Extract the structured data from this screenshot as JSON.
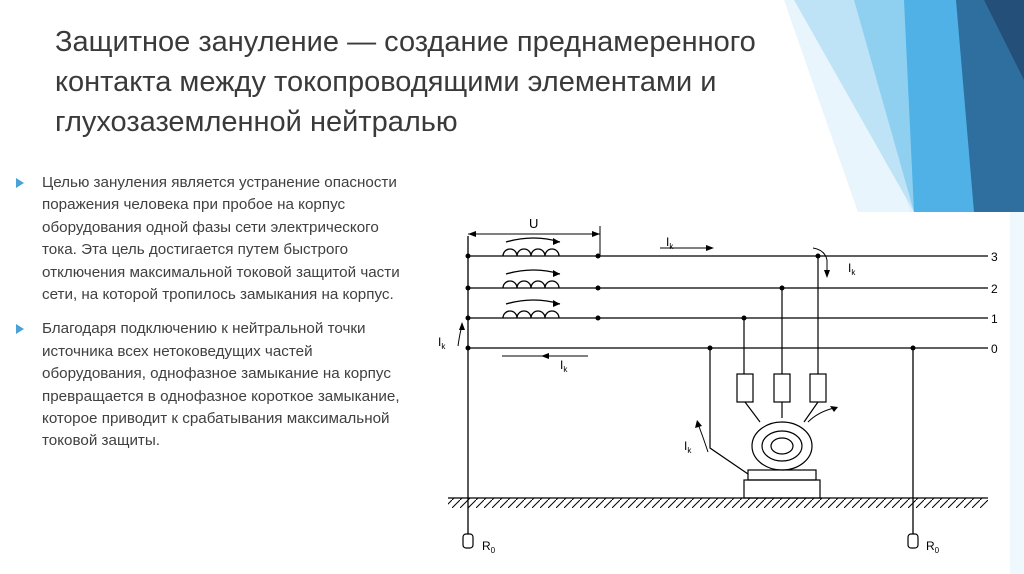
{
  "slide": {
    "title": "Защитное зануление — создание преднамеренного контакта между токопроводящими элементами и глухозаземленной нейтралью",
    "bullets": [
      "Целью зануления является устранение опасности поражения человека при пробое на корпус оборудования одной фазы сети электрического тока. Эта цель достигается путем быстрого отключения максимальной токовой защитой части сети, на которой тропилось замыкания на корпус.",
      "Благодаря подключению к нейтральной точки источника всех нетоковедущих частей оборудования, однофазное замыкание на корпус превращается в однофазное короткое замыкание, которое приводит к срабатывания максимальной токовой защиты."
    ],
    "accent_color": "#4aa3d8",
    "bullet_icon": "triangle-right-icon"
  },
  "diagram": {
    "voltage_label": "U",
    "line_labels": [
      "3",
      "2",
      "1",
      "0"
    ],
    "current_symbol": "I",
    "current_subscript": "k",
    "resistor_label": "R",
    "resistor_subscript": "0"
  }
}
